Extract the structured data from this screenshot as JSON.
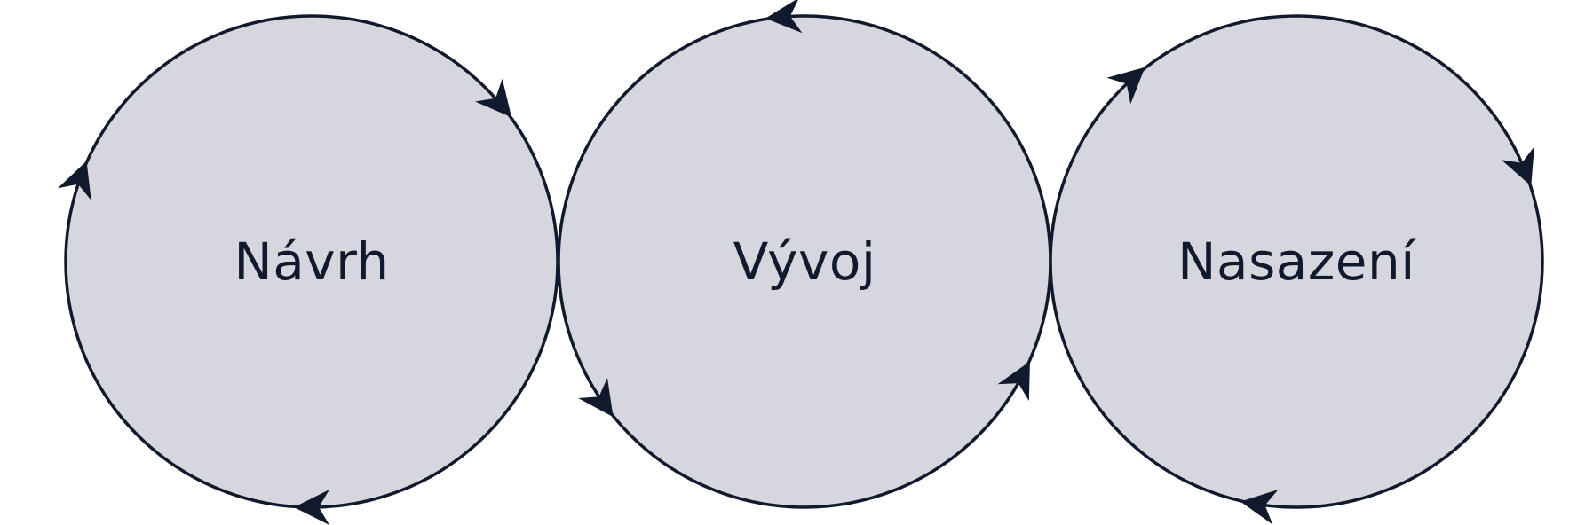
{
  "colors": {
    "fill": "#d6d6df",
    "stroke": "#111a2c",
    "text": "#111a2c",
    "background": "#ffffff"
  },
  "stages": [
    {
      "label": "Návrh"
    },
    {
      "label": "Vývoj"
    },
    {
      "label": "Nasazení"
    }
  ]
}
